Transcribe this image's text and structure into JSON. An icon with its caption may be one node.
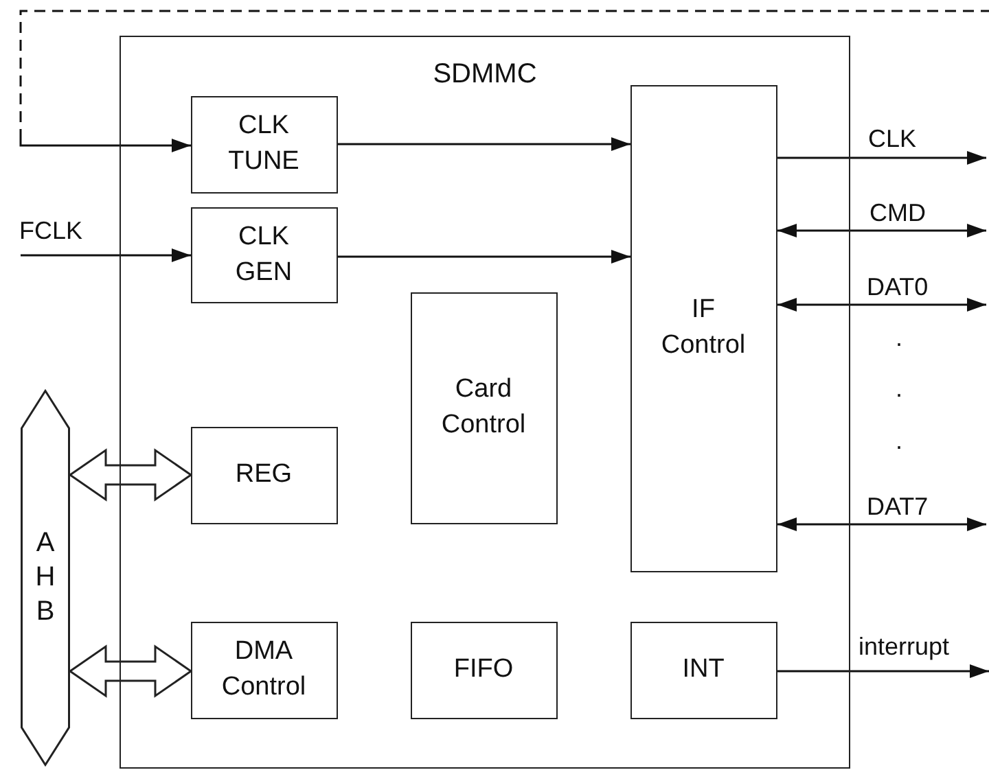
{
  "diagram": {
    "nodes": [
      {
        "text": [
          "SDMMC"
        ]
      },
      {
        "text": [
          "CLK TUNE"
        ],
        "in": 0
      },
      {
        "text": [
          "CLK GEN"
        ],
        "in": 0
      },
      {
        "text": [
          "Card Control"
        ],
        "in": 0
      },
      {
        "text": [
          "IF Control"
        ],
        "in": 0
      },
      {
        "text": [
          "REG"
        ],
        "in": 0
      },
      {
        "text": [
          "DMA Control"
        ],
        "in": 0
      },
      {
        "text": [
          "FIFO"
        ],
        "in": 0
      },
      {
        "text": [
          "INT"
        ],
        "in": 0
      },
      {
        "text": [
          "AHB"
        ]
      }
    ],
    "edges": [
      {
        "from": null,
        "to": 1,
        "arrow": "to",
        "style": "dashed"
      },
      {
        "from": null,
        "to": 2,
        "arrow": "to",
        "label": "FCLK"
      },
      {
        "from": 1,
        "to": 4,
        "arrow": "to"
      },
      {
        "from": 2,
        "to": 4,
        "arrow": "to"
      },
      {
        "from": 4,
        "to": null,
        "arrow": "to",
        "label": "CLK"
      },
      {
        "from": 4,
        "to": null,
        "arrow": "both",
        "label": "CMD"
      },
      {
        "from": 4,
        "to": null,
        "arrow": "both",
        "label": "DAT0"
      },
      {
        "from": 4,
        "to": null,
        "arrow": "both",
        "label": "DAT7"
      },
      {
        "from": 8,
        "to": null,
        "arrow": "to",
        "label": "interrupt"
      },
      {
        "from": 9,
        "to": 5,
        "arrow": "both",
        "style": "thick"
      },
      {
        "from": 9,
        "to": 6,
        "arrow": "both",
        "style": "thick"
      }
    ],
    "labels": [
      ".",
      ".",
      "."
    ]
  }
}
